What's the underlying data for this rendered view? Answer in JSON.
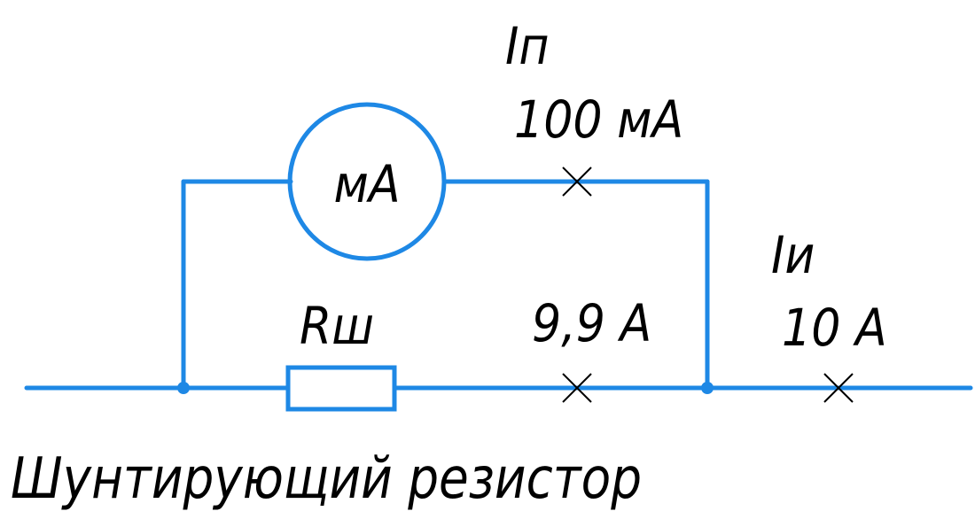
{
  "colors": {
    "wire": "#1e88e5",
    "text": "#000000",
    "background": "#ffffff"
  },
  "labels": {
    "meter_current_symbol": "Iп",
    "meter_current_value": "100 мА",
    "meter_unit": "мА",
    "shunt_symbol": "Rш",
    "shunt_current_value": "9,9 А",
    "total_current_symbol": "Iи",
    "total_current_value": "10 А",
    "caption": "Шунтирующий резистор"
  }
}
